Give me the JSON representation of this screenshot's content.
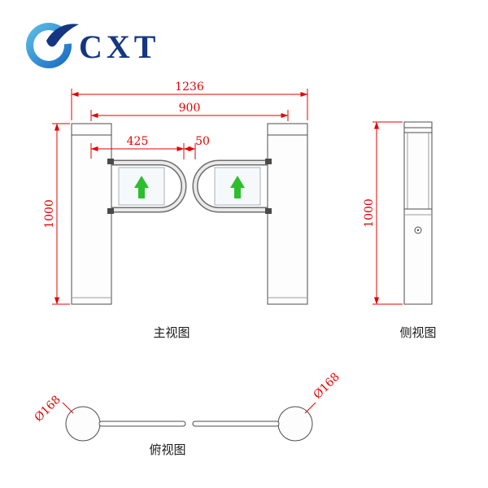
{
  "logo": {
    "brand": "CXT"
  },
  "views": {
    "front": {
      "label": "主视图"
    },
    "side": {
      "label": "侧视图"
    },
    "top": {
      "label": "俯视图"
    }
  },
  "dimensions": {
    "front_overall_width": "1236",
    "front_pivot_span": "900",
    "front_arm_length": "425",
    "front_center_gap": "50",
    "front_height": "1000",
    "side_height": "1000",
    "top_left_post_diameter": "Ø168",
    "top_right_post_diameter": "Ø168"
  },
  "colors": {
    "dimension-red": "#e60000",
    "outline-gray": "#4d4d4d",
    "arrow-green": "#2dbe2d",
    "logo-blue": "#153781",
    "logo-swoosh": "#2aa0dc"
  }
}
